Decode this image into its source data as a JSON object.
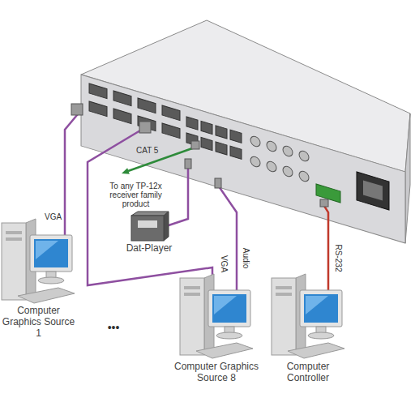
{
  "diagram": {
    "nodes": [
      {
        "text": [
          "Computer Graphics Source 1"
        ]
      },
      {
        "text": [
          "Dat-Player"
        ]
      },
      {
        "text": [
          "Computer Graphics Source 8"
        ]
      },
      {
        "text": [
          "Computer Controller"
        ]
      }
    ],
    "labels": [
      "VGA",
      "CAT 5",
      "To any TP-12x receiver family product",
      "•••",
      "VGA",
      "Audio",
      "RS-232"
    ]
  }
}
